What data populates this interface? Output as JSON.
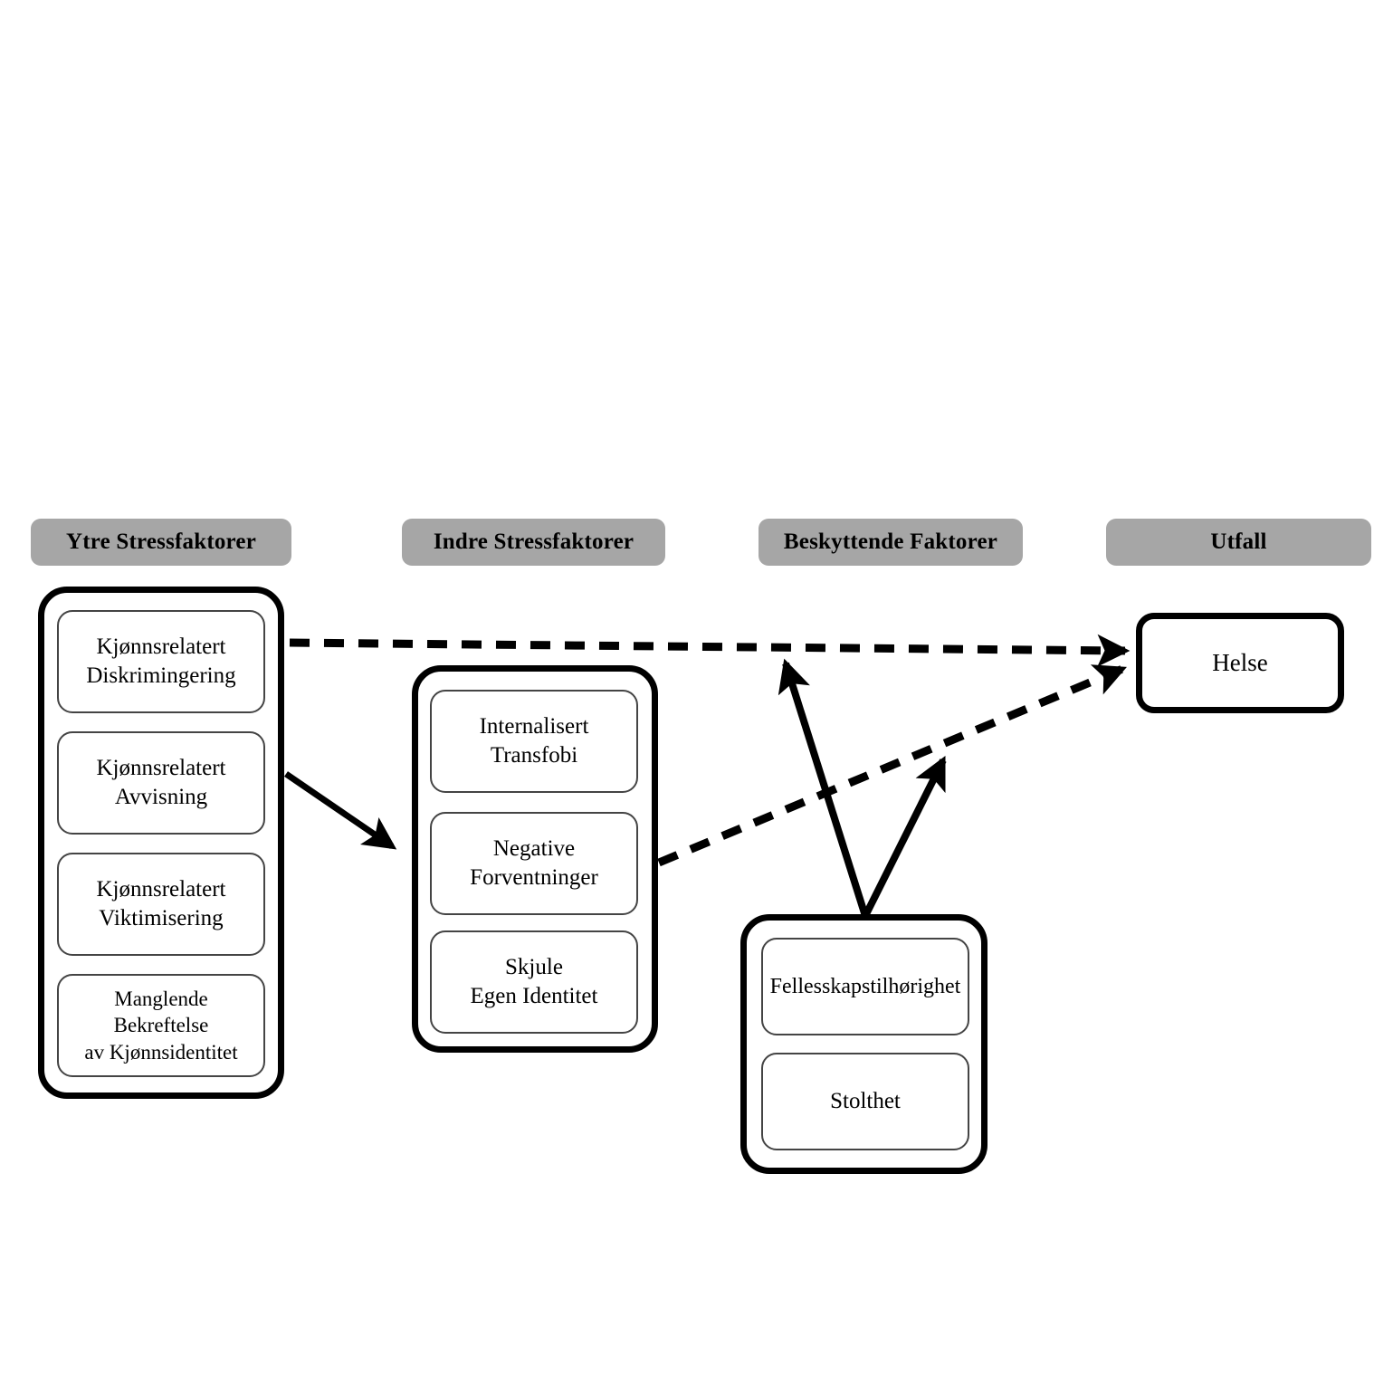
{
  "figure": {
    "type": "conceptual-model-diagram",
    "language": "Norwegian",
    "background_color": "#ffffff",
    "header_fill": "#a6a6a6",
    "line_color": "#000000"
  },
  "columns": [
    {
      "id": "ytre",
      "header": "Ytre Stressfaktorer",
      "items": [
        {
          "line1": "Kjønnsrelatert",
          "line2": "Diskrimingering"
        },
        {
          "line1": "Kjønnsrelatert",
          "line2": "Avvisning"
        },
        {
          "line1": "Kjønnsrelatert",
          "line2": "Viktimisering"
        },
        {
          "line1": "Manglende Bekreftelse",
          "line2": "av Kjønnsidentitet"
        }
      ]
    },
    {
      "id": "indre",
      "header": "Indre Stressfaktorer",
      "items": [
        {
          "line1": "Internalisert",
          "line2": "Transfobi"
        },
        {
          "line1": "Negative",
          "line2": "Forventninger"
        },
        {
          "line1": "Skjule",
          "line2": "Egen Identitet"
        }
      ]
    },
    {
      "id": "beskyttende",
      "header": "Beskyttende Faktorer",
      "items": [
        {
          "line1": "Fellesskapstilhørighet",
          "line2": ""
        },
        {
          "line1": "Stolthet",
          "line2": ""
        }
      ]
    },
    {
      "id": "utfall",
      "header": "Utfall",
      "items": [
        {
          "line1": "Helse",
          "line2": ""
        }
      ]
    }
  ],
  "arrows": [
    {
      "name": "ytre-to-indre",
      "style": "solid",
      "from": "Ytre Stressfaktorer",
      "to": "Indre Stressfaktorer"
    },
    {
      "name": "ytre-to-helse",
      "style": "dashed",
      "from": "Ytre Stressfaktorer",
      "to": "Helse"
    },
    {
      "name": "indre-to-helse",
      "style": "dashed",
      "from": "Indre Stressfaktorer",
      "to": "Helse"
    },
    {
      "name": "beskyttende-moderates-ytre-helse",
      "style": "solid",
      "from": "Beskyttende Faktorer",
      "to": "ytre-to-helse path"
    },
    {
      "name": "beskyttende-moderates-indre-helse",
      "style": "solid",
      "from": "Beskyttende Faktorer",
      "to": "indre-to-helse path"
    }
  ]
}
